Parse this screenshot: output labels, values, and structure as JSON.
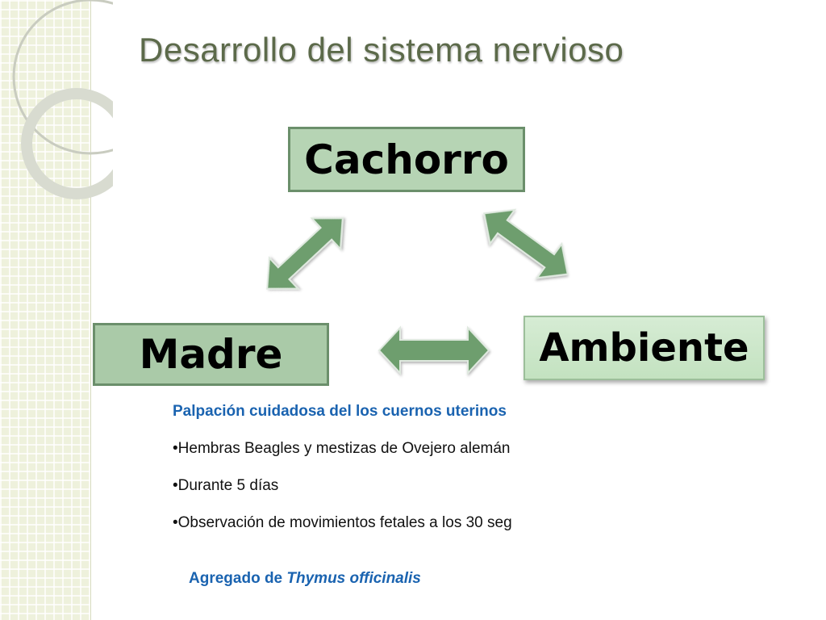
{
  "slide": {
    "title": "Desarrollo del sistema nervioso"
  },
  "diagram": {
    "nodes": {
      "top": "Cachorro",
      "left": "Madre",
      "right": "Ambiente"
    },
    "colors": {
      "node_fill": "#b6d4b4",
      "node_border": "#6b8f6b",
      "arrow_fill": "#6e9e6e",
      "arrow_border": "#dfe9df"
    }
  },
  "notes": {
    "heading": "Palpación cuidadosa del los cuernos uterinos",
    "bullets": [
      "•Hembras Beagles y mestizas de Ovejero alemán",
      "•Durante  5 días",
      "•Observación de movimientos fetales a los 30 seg"
    ]
  },
  "footer": {
    "prefix": "Agregado de ",
    "species": "Thymus officinalis"
  },
  "theme": {
    "title_color": "#5c6a4a",
    "accent_blue": "#1a63b0",
    "panel_color": "#eef1dc"
  }
}
